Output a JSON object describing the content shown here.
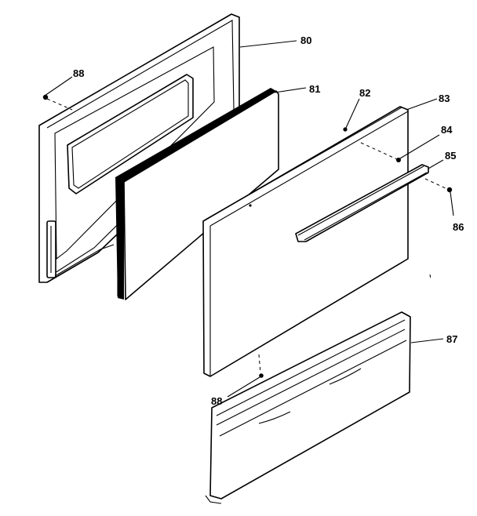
{
  "callouts": {
    "p80": "80",
    "p81": "81",
    "p82": "82",
    "p83": "83",
    "p84": "84",
    "p85": "85",
    "p86": "86",
    "p87": "87",
    "p88_upper": "88",
    "p88_lower": "88"
  },
  "colors": {
    "line": "#000000",
    "background": "#ffffff"
  }
}
